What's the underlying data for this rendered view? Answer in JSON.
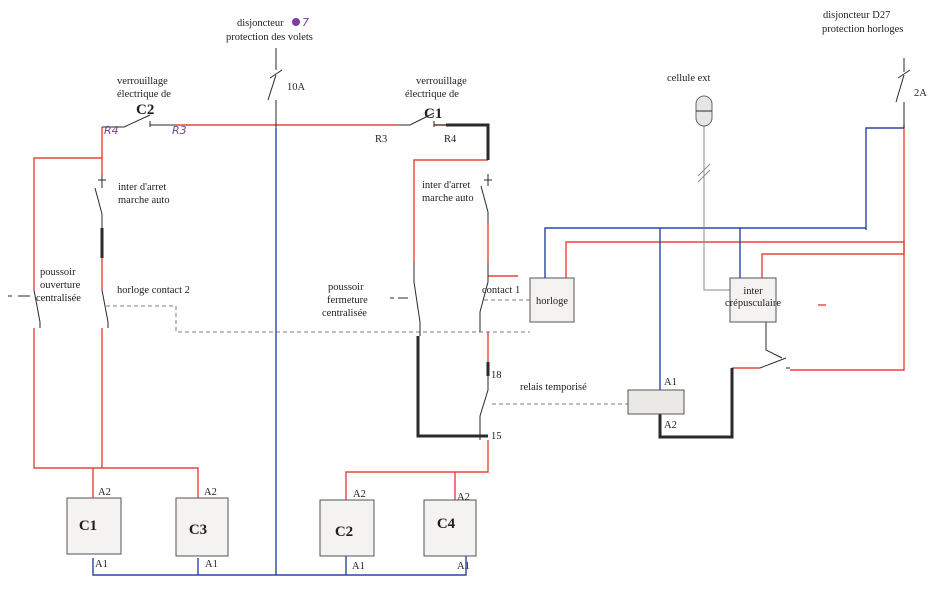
{
  "labels": {
    "breaker_main_line1": "disjoncteur",
    "breaker_main_num": "7",
    "breaker_main_line2": "protection des volets",
    "breaker_main_rating": "10A",
    "breaker_clock_line1": "disjoncteur D27",
    "breaker_clock_line2": "protection horloges",
    "breaker_clock_rating": "2A",
    "lock_c2_line1": "verrouillage",
    "lock_c2_line2": "électrique de",
    "lock_c2_name": "C2",
    "lock_c2_left": "R4",
    "lock_c2_right": "R3",
    "lock_c1_line1": "verrouillage",
    "lock_c1_line2": "électrique de",
    "lock_c1_name": "C1",
    "lock_c1_left": "R3",
    "lock_c1_right": "R4",
    "stop_left_line1": "inter d'arret",
    "stop_left_line2": "marche auto",
    "stop_right_line1": "inter d'arret",
    "stop_right_line2": "marche auto",
    "push_open_line1": "poussoir",
    "push_open_line2": "ouverture",
    "push_open_line3": "centralisée",
    "clock_contact2": "horloge contact 2",
    "push_close_line1": "poussoir",
    "push_close_line2": "fermeture",
    "push_close_line3": "centralisée",
    "contact1": "contact 1",
    "clock": "horloge",
    "cell": "cellule ext",
    "twilight_line1": "inter",
    "twilight_line2": "crépusculaire",
    "relay": "relais temporisé",
    "relay_a1": "A1",
    "relay_a2": "A2",
    "terminal_18": "18",
    "terminal_15": "15"
  },
  "contactors": [
    {
      "name": "C1",
      "top": "A2",
      "bottom": "A1"
    },
    {
      "name": "C3",
      "top": "A2",
      "bottom": "A1"
    },
    {
      "name": "C2",
      "top": "A2",
      "bottom": "A1"
    },
    {
      "name": "C4",
      "top": "A2",
      "bottom": "A1"
    }
  ],
  "colors": {
    "phase": "#e8453a",
    "neutral": "#2b45a6",
    "handwriting": "#7a3f9e"
  }
}
